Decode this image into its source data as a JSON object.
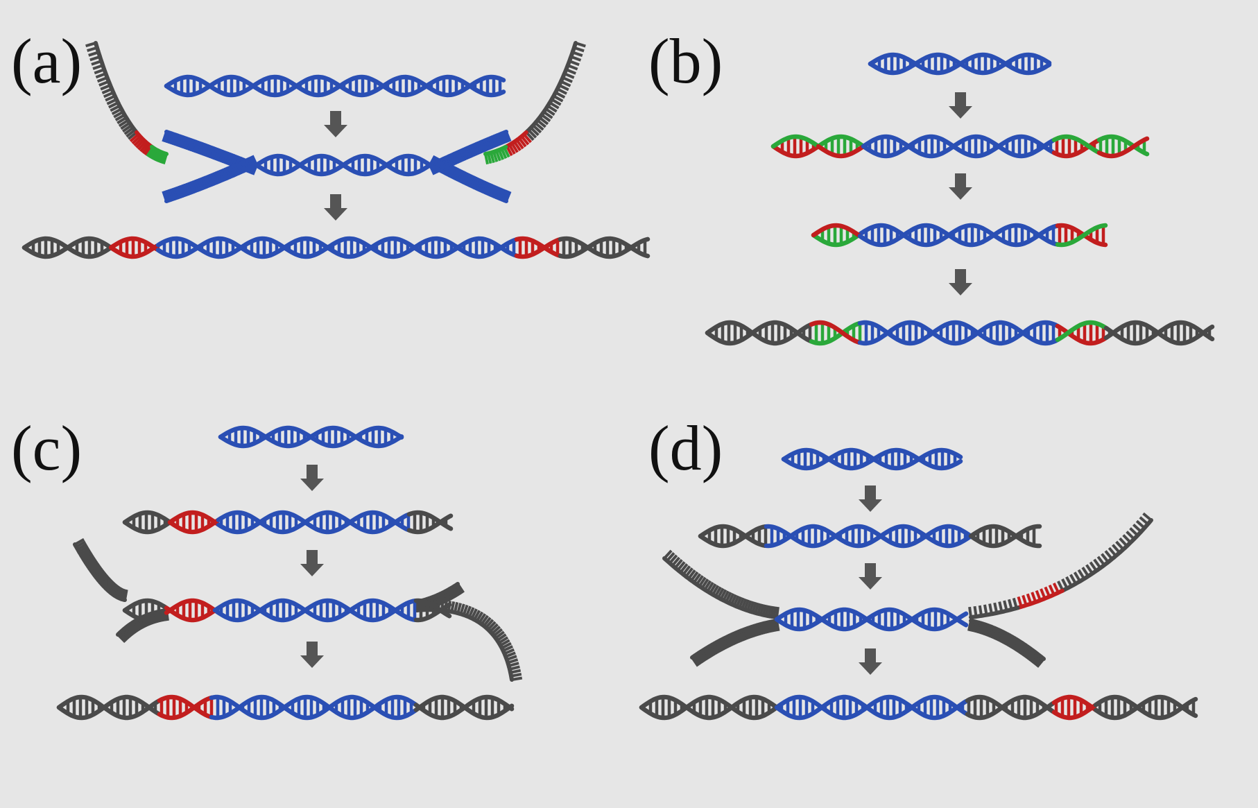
{
  "panels": [
    {
      "id": "a",
      "label": "(a)"
    },
    {
      "id": "b",
      "label": "(b)"
    },
    {
      "id": "c",
      "label": "(c)"
    },
    {
      "id": "d",
      "label": "(d)"
    }
  ],
  "colors": {
    "background": "#e6e6e6",
    "insert_dna": "#2a4fb4",
    "vector_dna": "#4a4a4a",
    "overlap_red": "#c21e1e",
    "overlap_green": "#2aa83a",
    "arrow": "#555555"
  },
  "icons": {
    "arrow": "down-arrow-icon",
    "duplex": "dna-double-helix",
    "strand": "single-strand-dna"
  }
}
